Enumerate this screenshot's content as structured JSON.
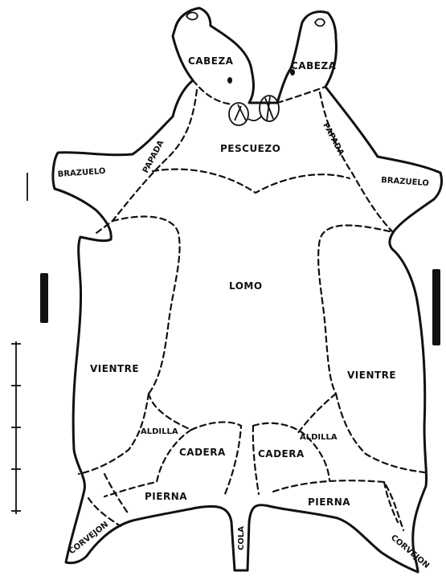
{
  "labels": {
    "cabeza_left": "CABEZA",
    "cabeza_right": "CABEZA",
    "pescuezo": "PESCUEZO",
    "papada_left": "PAPADA",
    "papada_right": "PAPADA",
    "brazuelo_left": "BRAZUELO",
    "brazuelo_right": "BRAZUELO",
    "lomo": "LOMO",
    "vientre_left": "VIENTRE",
    "vientre_right": "VIENTRE",
    "aldilla_left": "ALDILLA",
    "aldilla_right": "ALDILLA",
    "cadera_left": "CADERA",
    "cadera_right": "CADERA",
    "pierna_left": "PIERNA",
    "pierna_right": "PIERNA",
    "cola": "COLA",
    "corvejon_left": "CORVEJON",
    "corvejon_right": "CORVEJON"
  }
}
